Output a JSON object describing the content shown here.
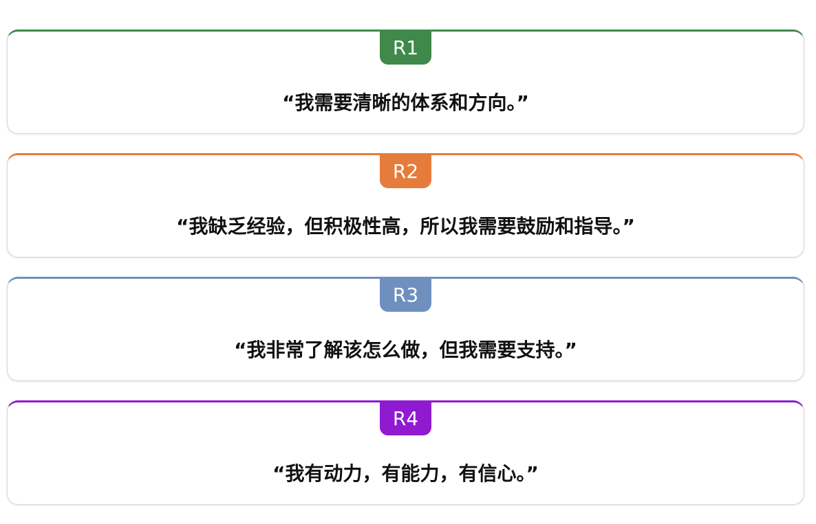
{
  "cards": [
    {
      "badge": "R1",
      "quote": "“我需要清晰的体系和方向。”",
      "color": "#3f8a4a"
    },
    {
      "badge": "R2",
      "quote": "“我缺乏经验，但积极性高，所以我需要鼓励和指导。”",
      "color": "#e57c3c"
    },
    {
      "badge": "R3",
      "quote": "“我非常了解该怎么做，但我需要支持。”",
      "color": "#6f8fbf"
    },
    {
      "badge": "R4",
      "quote": "“我有动力，有能力，有信心。”",
      "color": "#8f1ad0"
    }
  ]
}
